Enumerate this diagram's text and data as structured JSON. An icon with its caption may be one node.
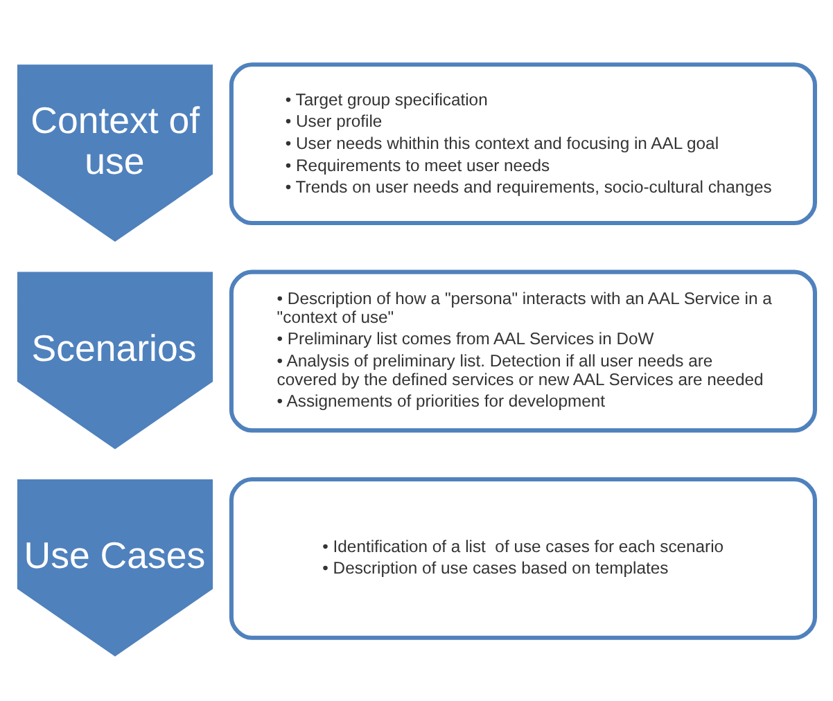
{
  "diagram": {
    "nodes": [
      {
        "text": [
          "Context of use"
        ]
      },
      {
        "text": [
          "• Target group specification",
          "• User profile",
          "• User needs whithin this context and focusing in AAL goal",
          "• Requirements to meet user needs",
          "• Trends on user needs and requirements, socio-cultural changes"
        ]
      },
      {
        "text": [
          "Scenarios"
        ]
      },
      {
        "text": [
          "• Description of how a \"persona\" interacts with an AAL Service in a \"context of use\"",
          "• Preliminary list comes from AAL Services in DoW",
          "• Analysis of preliminary list. Detection if all user needs are covered by the defined services or new AAL Services are needed",
          "• Assignements of priorities for development"
        ]
      },
      {
        "text": [
          "Use Cases"
        ]
      },
      {
        "text": [
          "• Identification of a list  of use cases for each scenario",
          "• Description of use cases based on templates"
        ]
      }
    ]
  }
}
